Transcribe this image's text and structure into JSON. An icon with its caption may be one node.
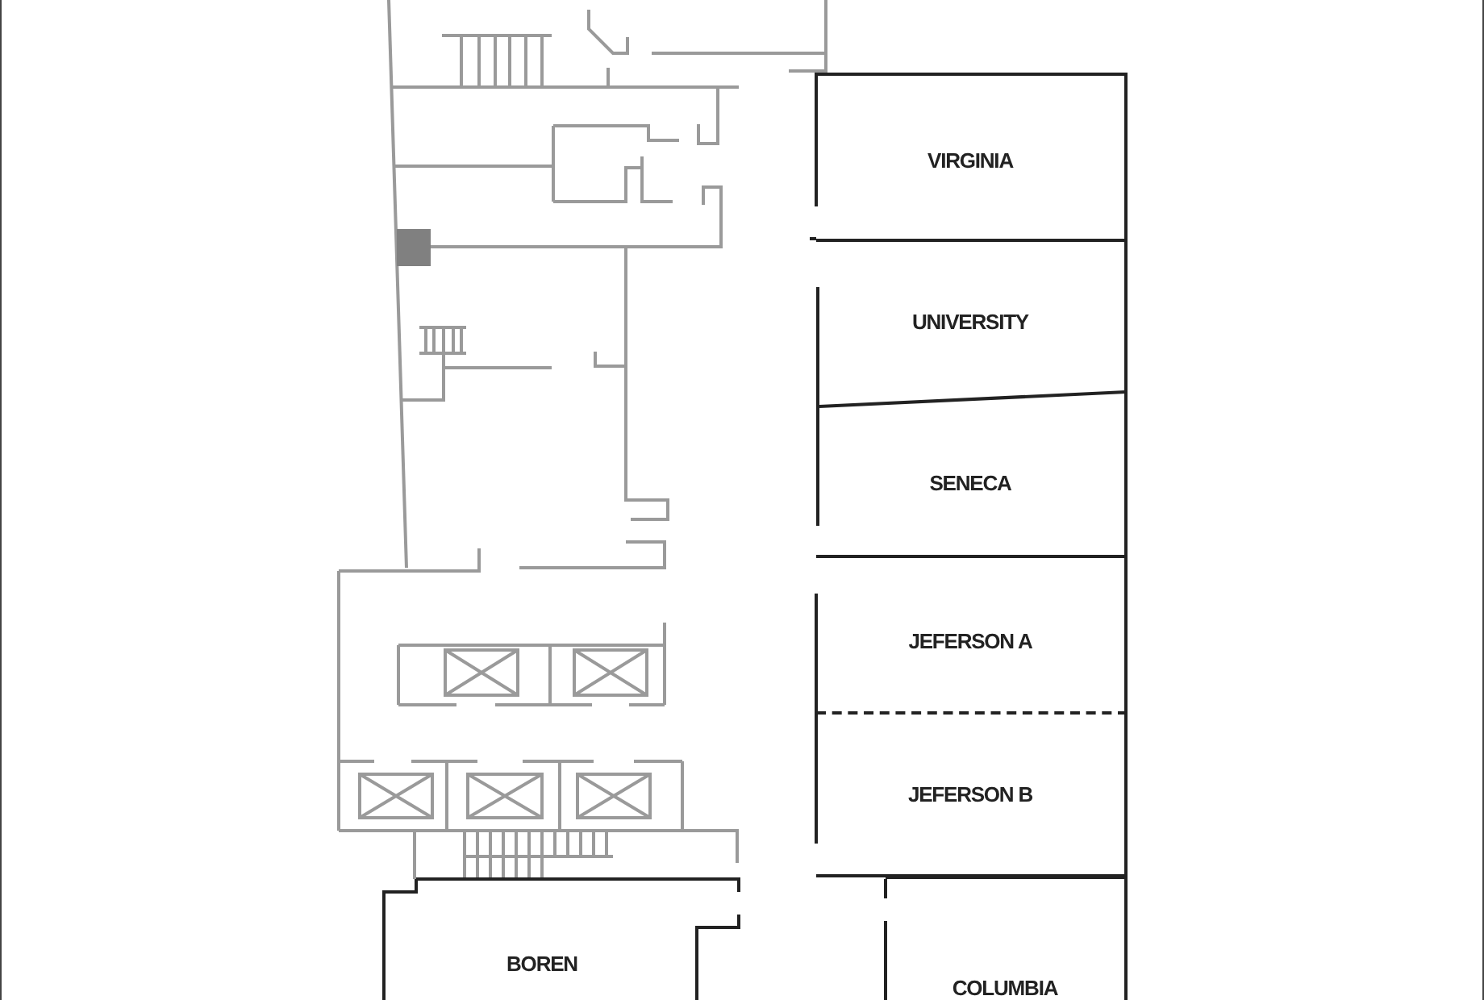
{
  "diagram": {
    "nodes": [
      {
        "text": [
          "VIRGINIA"
        ]
      },
      {
        "text": [
          "UNIVERSITY"
        ]
      },
      {
        "text": [
          "SENECA"
        ]
      },
      {
        "text": [
          "JEFERSON A"
        ]
      },
      {
        "text": [
          "JEFERSON B"
        ]
      },
      {
        "text": [
          "BOREN"
        ]
      },
      {
        "text": [
          "COLUMBIA"
        ]
      }
    ]
  }
}
